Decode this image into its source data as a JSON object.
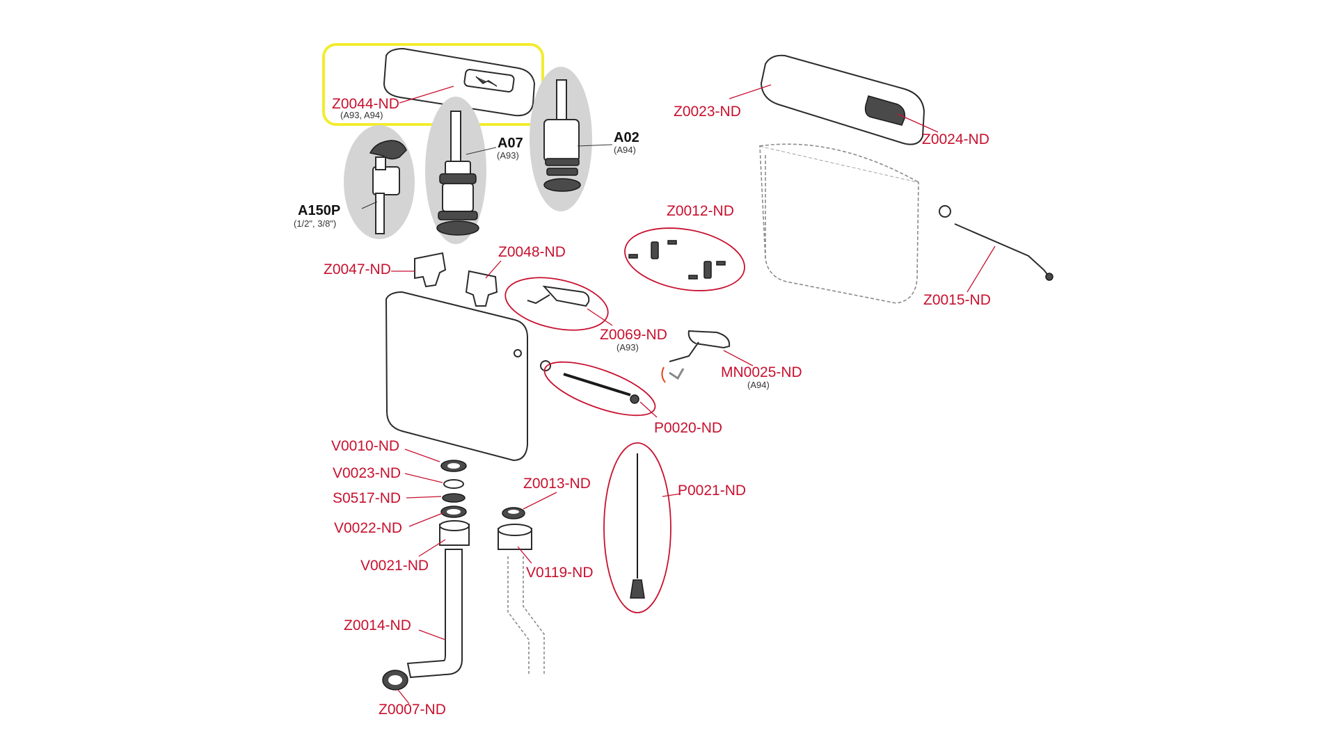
{
  "labels": {
    "z0044": "Z0044-ND",
    "z0044_sub": "(A93, A94)",
    "a07": "A07",
    "a07_sub": "(A93)",
    "a02": "A02",
    "a02_sub": "(A94)",
    "a150p": "A150P",
    "a150p_sub": "(1/2\", 3/8\")",
    "z0023": "Z0023-ND",
    "z0024": "Z0024-ND",
    "z0012": "Z0012-ND",
    "z0015": "Z0015-ND",
    "z0048": "Z0048-ND",
    "z0047": "Z0047-ND",
    "z0069": "Z0069-ND",
    "z0069_sub": "(A93)",
    "mn0025": "MN0025-ND",
    "mn0025_sub": "(A94)",
    "p0020": "P0020-ND",
    "v0010": "V0010-ND",
    "v0023": "V0023-ND",
    "s0517": "S0517-ND",
    "v0022": "V0022-ND",
    "v0021": "V0021-ND",
    "z0013": "Z0013-ND",
    "p0021": "P0021-ND",
    "v0119": "V0119-ND",
    "z0014": "Z0014-ND",
    "z0007": "Z0007-ND"
  },
  "colors": {
    "label": "#c8102e",
    "highlight": "#f2ec2e",
    "part_group_background": "#d4d4d4"
  }
}
